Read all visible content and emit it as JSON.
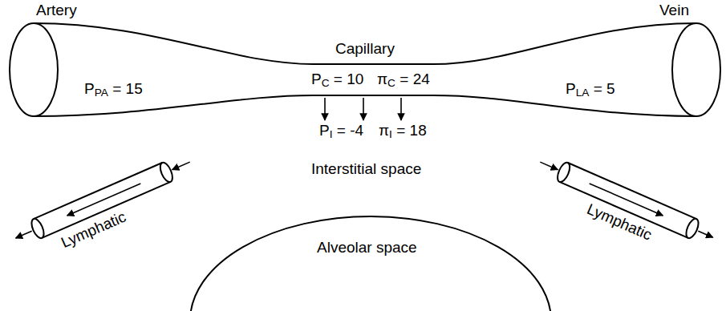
{
  "diagram": {
    "nodes": [
      {
        "text": [
          "Artery",
          "PPA = 15"
        ]
      },
      {
        "text": [
          "Capillary",
          "PC = 10",
          "πC = 24"
        ]
      },
      {
        "text": [
          "Vein",
          "PLA = 5"
        ]
      },
      {
        "text": [
          "Lymphatic"
        ]
      },
      {
        "text": [
          "Lymphatic"
        ]
      },
      {
        "text": [
          "Alveolar space"
        ]
      }
    ],
    "labels": [
      "PI = -4",
      "πI = 18",
      "Interstitial space"
    ]
  }
}
